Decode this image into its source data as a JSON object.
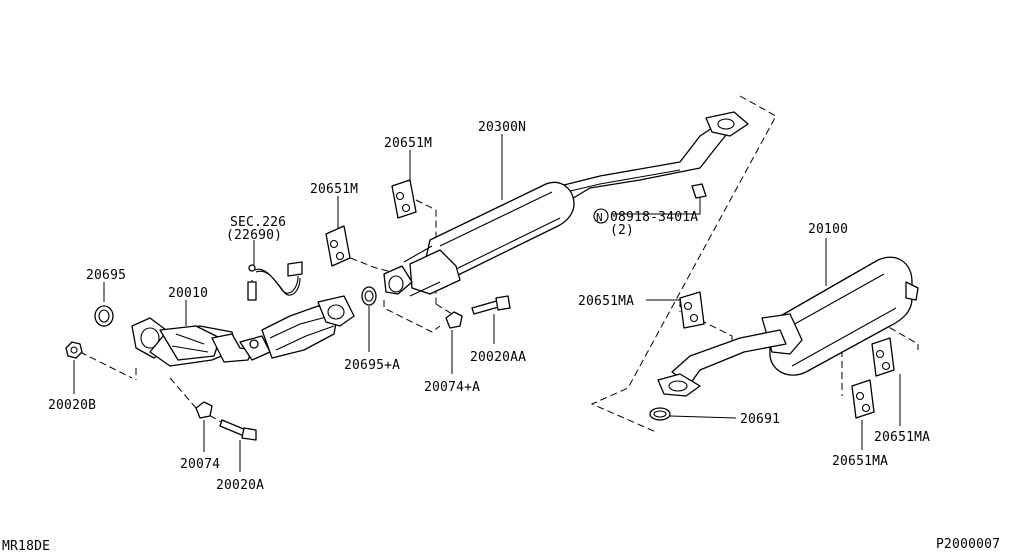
{
  "diagram": {
    "model_code": "MR18DE",
    "figure_code": "P2000007",
    "callouts": {
      "p20695": "20695",
      "p20010": "20010",
      "p20020b": "20020B",
      "p20074": "20074",
      "p20020a": "20020A",
      "sec226": "SEC.226",
      "sec226_ref": "(22690)",
      "p20651m_left": "20651M",
      "p20651m_right": "20651M",
      "p20300n": "20300N",
      "p20695a": "20695+A",
      "p20074a": "20074+A",
      "p20020aa": "20020AA",
      "nut_mark": "N",
      "nut_code": "08918-3401A",
      "nut_qty": "(2)",
      "p20100": "20100",
      "p20651ma_top": "20651MA",
      "p20651ma_mid": "20651MA",
      "p20651ma_low": "20651MA",
      "p20691": "20691"
    }
  }
}
